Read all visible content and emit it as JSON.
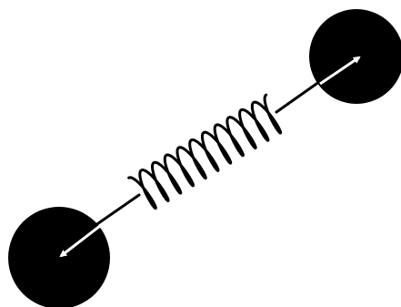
{
  "diagram": {
    "subject": "two-masses-connected-by-spring",
    "colors": {
      "background": "#ffffff",
      "mass_fill": "#000000",
      "spring_stroke": "#000000",
      "arrow_stroke": "#ffffff"
    },
    "elements": {
      "masses": 2,
      "springs": 1,
      "arrows": 2
    }
  }
}
